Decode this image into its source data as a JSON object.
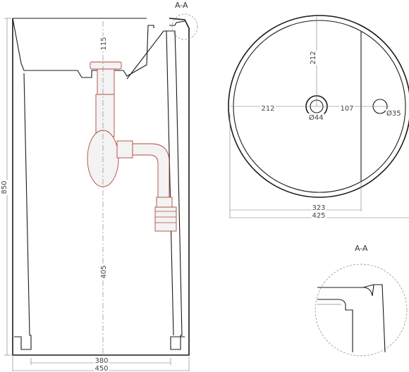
{
  "labels": {
    "section_top": "A-A",
    "section_detail": "A-A"
  },
  "dimensions": {
    "height_total": "850",
    "depth_bowl": "115",
    "height_lower": "405",
    "width_inner": "380",
    "width_outer": "450",
    "radius_v": "212",
    "radius_h": "212",
    "offset_tap": "107",
    "dia_drain": "Ø44",
    "dia_tap": "Ø35",
    "width_flat": "323",
    "dia_outer": "425"
  },
  "colors": {
    "outline": "#1a1a1a",
    "dimension": "#777777",
    "pipe": "#b04a3a"
  }
}
